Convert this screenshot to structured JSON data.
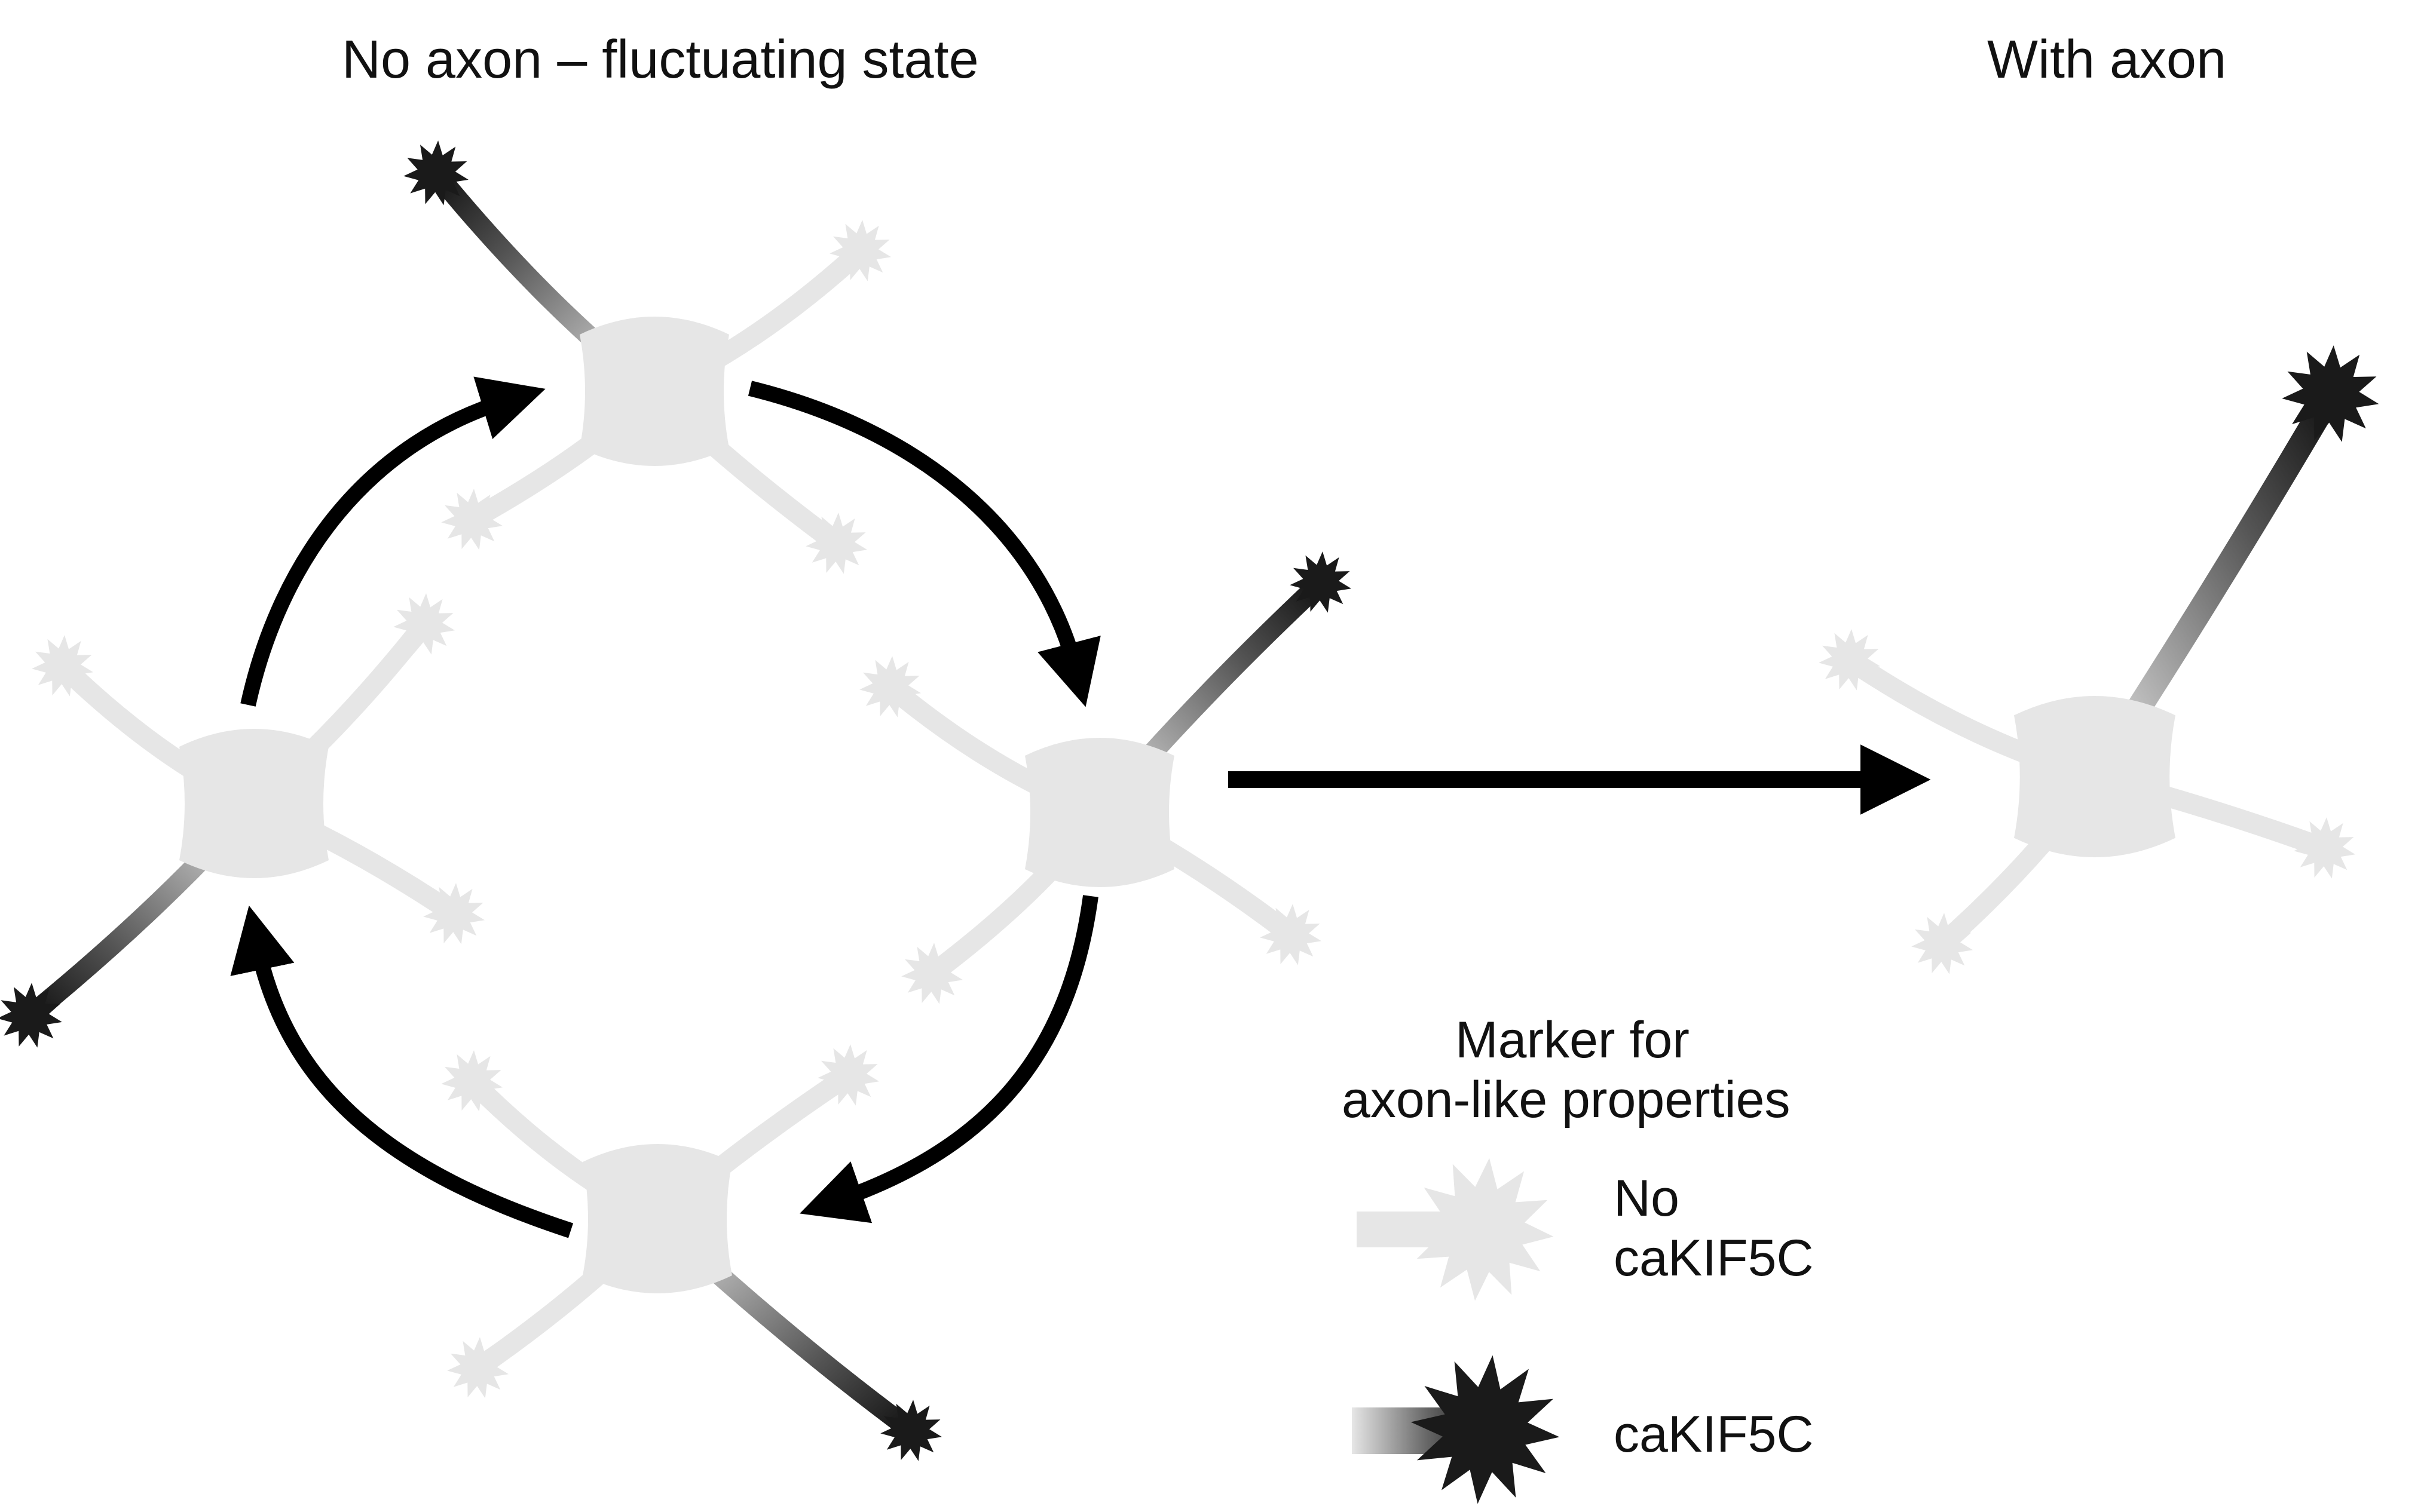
{
  "titles": {
    "left": "No axon – fluctuating state",
    "right": "With axon"
  },
  "legend": {
    "heading_line1": "Marker for",
    "heading_line2": "axon-like properties",
    "no_marker_line1": "No",
    "no_marker_line2": "caKIF5C",
    "marker": "caKIF5C"
  },
  "colors": {
    "cell_gray": "#e6e6e6",
    "marker_dark": "#1a1a1a",
    "arrow": "#000000",
    "text": "#111111"
  }
}
